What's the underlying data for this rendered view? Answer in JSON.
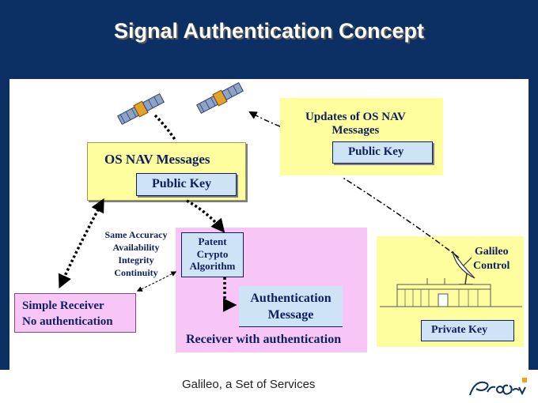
{
  "slide": {
    "title": "Signal Authentication Concept",
    "footer": "Galileo, a Set of Services"
  },
  "diagram": {
    "os_nav_messages": "OS NAV Messages",
    "public_key": "Public Key",
    "updates": [
      "Updates of OS NAV",
      "Messages"
    ],
    "updates_public_key": "Public Key",
    "attributes": [
      "Same Accuracy",
      "Availability",
      "Integrity",
      "Continuity"
    ],
    "patent": [
      "Patent",
      "Crypto",
      "Algorithm"
    ],
    "auth_message": [
      "Authentication",
      "Message"
    ],
    "receiver_with_auth": "Receiver with authentication",
    "simple_receiver": [
      "Simple Receiver",
      "No authentication"
    ],
    "galileo_control": [
      "Galileo",
      "Control"
    ],
    "private_key": "Private Key"
  },
  "colors": {
    "title_band": "#0c2f64",
    "yellow_box": "#fffe9e",
    "pink_box": "#f8c6f6",
    "blue_box": "#cfe3f6",
    "label_text": "#0d1f5c"
  },
  "icons": [
    "satellite-icon",
    "ground-station-icon",
    "logo"
  ]
}
